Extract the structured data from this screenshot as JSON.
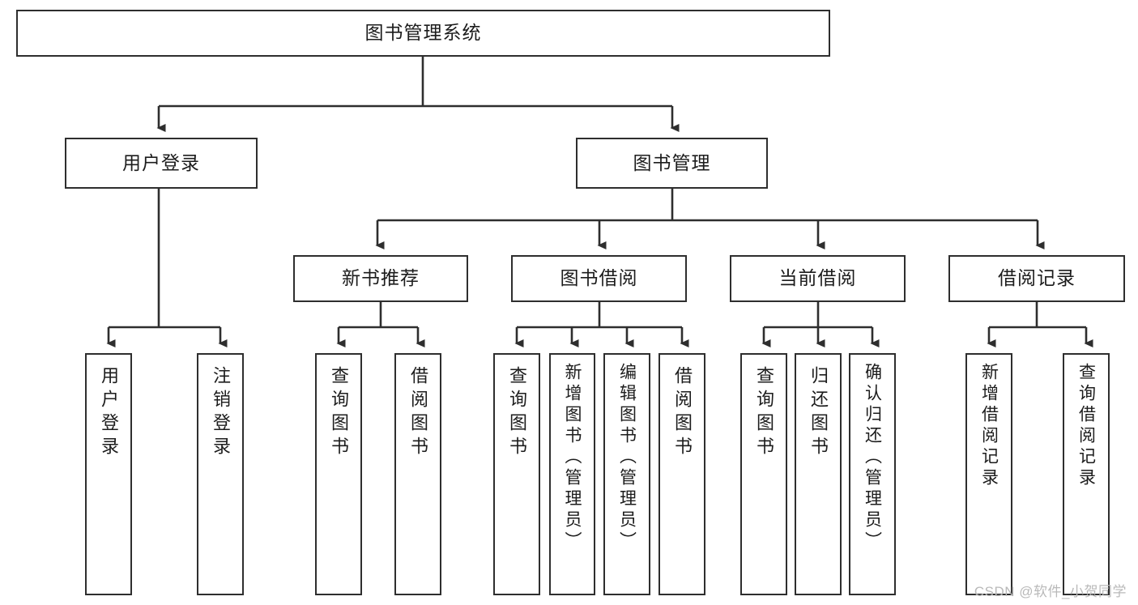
{
  "diagram": {
    "type": "tree-hierarchy-flowchart",
    "title": "图书管理系统",
    "stroke_color": "#2e2e2e",
    "fill_color": "#ffffff",
    "text_color": "#1c1c1c"
  },
  "nodes": {
    "root": {
      "label": "图书管理系统"
    },
    "level1": [
      {
        "id": "user-login",
        "label": "用户登录"
      },
      {
        "id": "book-management",
        "label": "图书管理"
      }
    ],
    "level2": [
      {
        "id": "new-book-recommend",
        "label": "新书推荐"
      },
      {
        "id": "book-borrow",
        "label": "图书借阅"
      },
      {
        "id": "current-borrow",
        "label": "当前借阅"
      },
      {
        "id": "borrow-record",
        "label": "借阅记录"
      }
    ],
    "leaves": {
      "user_login": [
        {
          "id": "leaf-user-login",
          "label": "用户登录"
        },
        {
          "id": "leaf-logout-login",
          "label": "注销登录"
        }
      ],
      "new_book_recommend": [
        {
          "id": "leaf-query-book-1",
          "label": "查询图书"
        },
        {
          "id": "leaf-borrow-book-1",
          "label": "借阅图书"
        }
      ],
      "book_borrow": [
        {
          "id": "leaf-query-book-2",
          "label": "查询图书"
        },
        {
          "id": "leaf-add-book",
          "label": "新增图书（管理员）"
        },
        {
          "id": "leaf-edit-book",
          "label": "编辑图书（管理员）"
        },
        {
          "id": "leaf-borrow-book-2",
          "label": "借阅图书"
        }
      ],
      "current_borrow": [
        {
          "id": "leaf-query-book-3",
          "label": "查询图书"
        },
        {
          "id": "leaf-return-book",
          "label": "归还图书"
        },
        {
          "id": "leaf-confirm-return",
          "label": "确认归还（管理员）"
        }
      ],
      "borrow_record": [
        {
          "id": "leaf-add-record",
          "label": "新增借阅记录"
        },
        {
          "id": "leaf-query-record",
          "label": "查询借阅记录"
        }
      ]
    }
  },
  "watermark": {
    "text": "CSDN @软件_小贺同学",
    "color": "#b9b9b9"
  }
}
